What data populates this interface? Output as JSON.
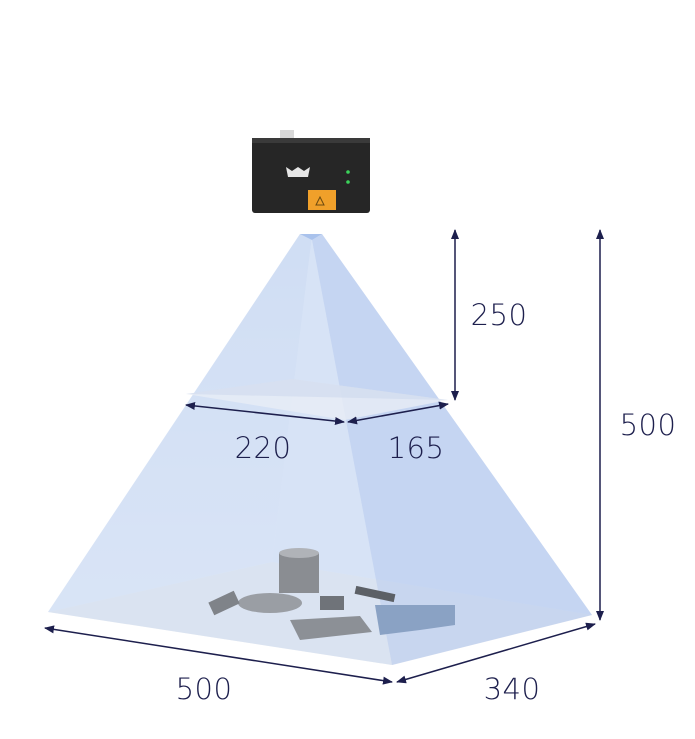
{
  "title": "Camera field of view diagram",
  "dimensions": {
    "near_distance": "250",
    "far_distance": "500",
    "near_width": "220",
    "near_depth": "165",
    "far_width": "500",
    "far_depth": "340"
  },
  "colors": {
    "fov": "#b9cdee",
    "arrow": "#1d1f4d",
    "camera": "#2a2a2a",
    "warning_label": "#f0a02a"
  }
}
